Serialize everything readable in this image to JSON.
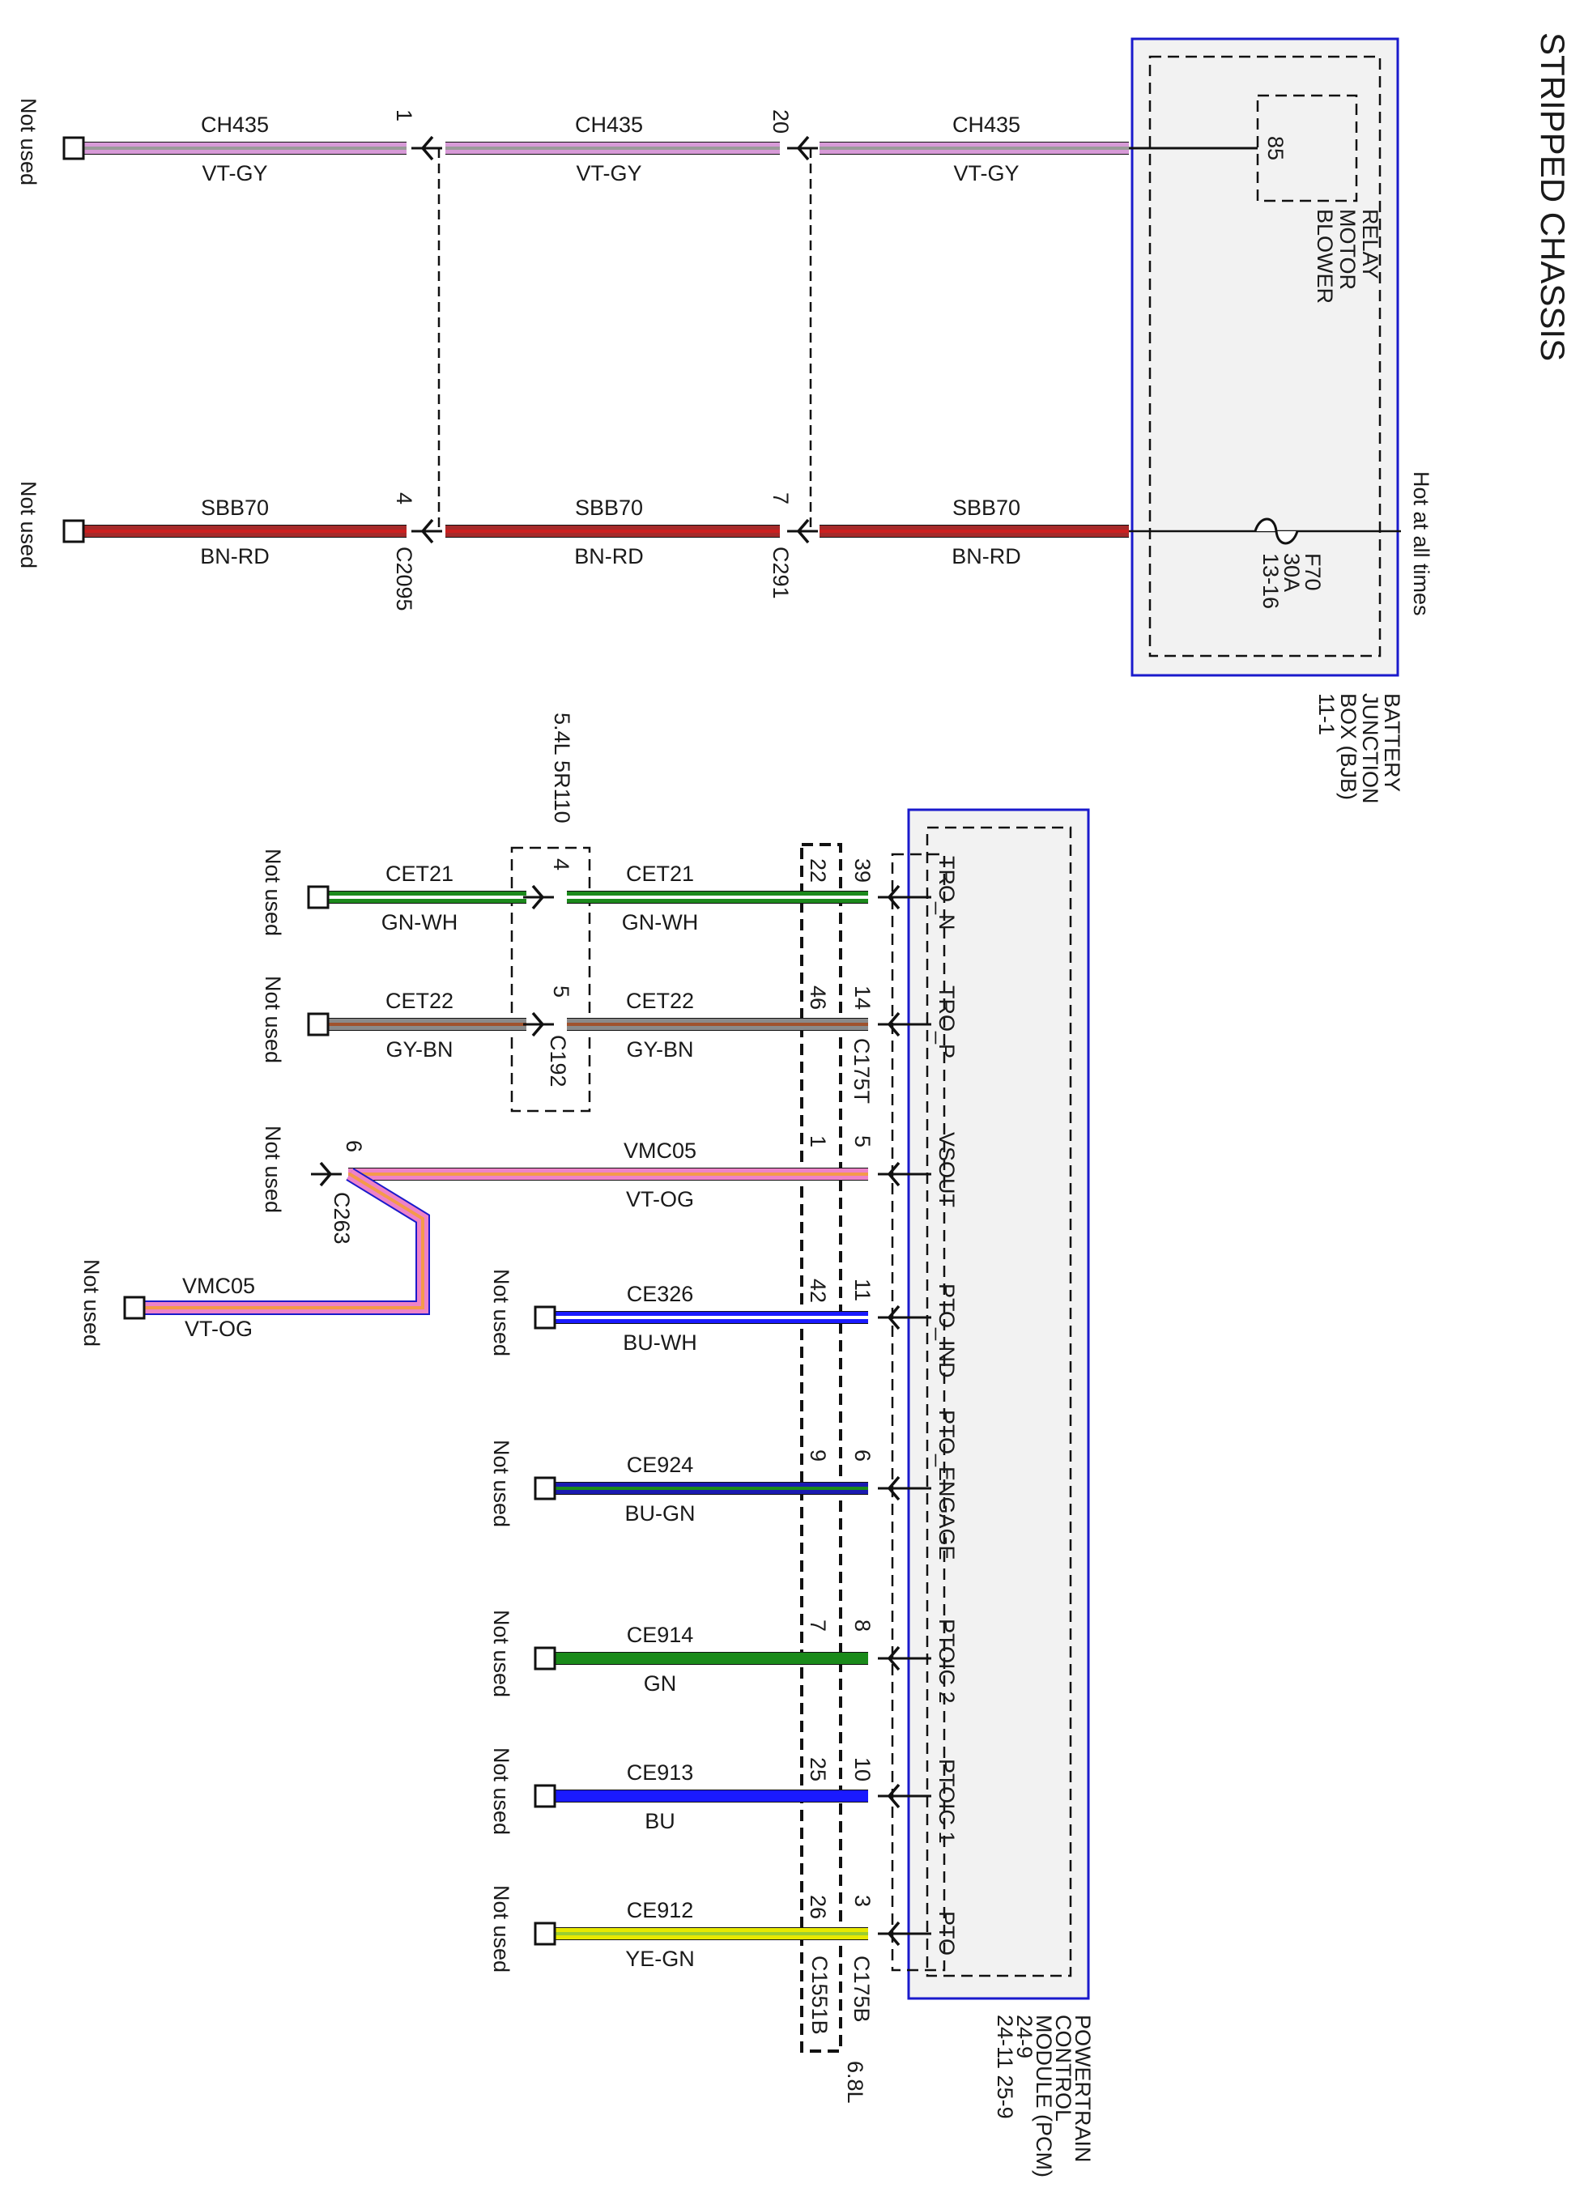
{
  "title": "STRIPPED CHASSIS",
  "not_used": "Not used",
  "colors": {
    "VT-GY": [
      "#d79ad7",
      "#9a9a9a"
    ],
    "BN-RD": [
      "#a52a2a",
      "#cc1f1f"
    ],
    "GN-WH": [
      "#1c8a1c",
      "#ffffff"
    ],
    "GY-BN": [
      "#8a8a8a",
      "#a0522d"
    ],
    "VT-OG": [
      "#ee82c8",
      "#f59a4a"
    ],
    "BU-WH": [
      "#1a1aff",
      "#ffffff"
    ],
    "BU-GN": [
      "#1a1ab0",
      "#1c8a1c"
    ],
    "GN": [
      "#1a8a1a",
      "#1a8a1a"
    ],
    "BU": [
      "#1a1aff",
      "#1a1aff"
    ],
    "YE-GN": [
      "#e8e800",
      "#9acd32"
    ],
    "box_border": "#1a1acc",
    "box_fill": "#f2f2f2"
  },
  "bjb": {
    "name_lines": [
      "BATTERY",
      "JUNCTION",
      "BOX (BJB)",
      "11-1"
    ],
    "hot_label": "Hot at all times",
    "fuse_lines": [
      "F70",
      "30A",
      "13-16"
    ],
    "relay_pin": "85",
    "relay_lines": [
      "BLOWER",
      "MOTOR",
      "RELAY"
    ]
  },
  "top_wires": [
    {
      "segments": [
        {
          "circuit": "CH435",
          "color": "VT-GY"
        },
        {
          "circuit": "CH435",
          "color": "VT-GY"
        },
        {
          "circuit": "CH435",
          "color": "VT-GY"
        }
      ],
      "pins": [
        "1",
        "20"
      ]
    },
    {
      "segments": [
        {
          "circuit": "SBB70",
          "color": "BN-RD"
        },
        {
          "circuit": "SBB70",
          "color": "BN-RD"
        },
        {
          "circuit": "SBB70",
          "color": "BN-RD"
        }
      ],
      "pins": [
        "4",
        "7"
      ]
    }
  ],
  "top_connectors": [
    "C2095",
    "C291"
  ],
  "pcm": {
    "name_lines": [
      "POWERTRAIN",
      "CONTROL",
      "MODULE (PCM)",
      "24-9",
      "24-11   25-9"
    ],
    "connector_a": "C175T",
    "connector_b": "C175B",
    "engine_connector": "C1551B",
    "engine_label": "6.8L",
    "trans_connector": "C192",
    "trans_label": "5.4L 5R110",
    "splice_connector": "C263",
    "splice_pin": "6"
  },
  "pcm_wires": [
    {
      "pin_label": "TRO_N",
      "pcm_pin": "39",
      "mid_pin": "22",
      "circuit": "CET21",
      "color": "GN-WH",
      "trans_pin": "4"
    },
    {
      "pin_label": "TRO_P",
      "pcm_pin": "14",
      "mid_pin": "46",
      "circuit": "CET22",
      "color": "GY-BN",
      "trans_pin": "5"
    },
    {
      "pin_label": "VSOUT",
      "pcm_pin": "5",
      "mid_pin": "1",
      "circuit": "VMC05",
      "color": "VT-OG"
    },
    {
      "pin_label": "PTO_IND",
      "pcm_pin": "11",
      "mid_pin": "42",
      "circuit": "CE326",
      "color": "BU-WH"
    },
    {
      "pin_label": "PTO_ENGAGE",
      "pcm_pin": "6",
      "mid_pin": "9",
      "circuit": "CE924",
      "color": "BU-GN"
    },
    {
      "pin_label": "PTOIC 2",
      "pcm_pin": "8",
      "mid_pin": "7",
      "circuit": "CE914",
      "color": "GN"
    },
    {
      "pin_label": "PTOIC 1",
      "pcm_pin": "10",
      "mid_pin": "25",
      "circuit": "CE913",
      "color": "BU"
    },
    {
      "pin_label": "PTO",
      "pcm_pin": "3",
      "mid_pin": "26",
      "circuit": "CE912",
      "color": "YE-GN"
    }
  ],
  "vmc_branch": {
    "circuit": "VMC05",
    "color": "VT-OG"
  }
}
